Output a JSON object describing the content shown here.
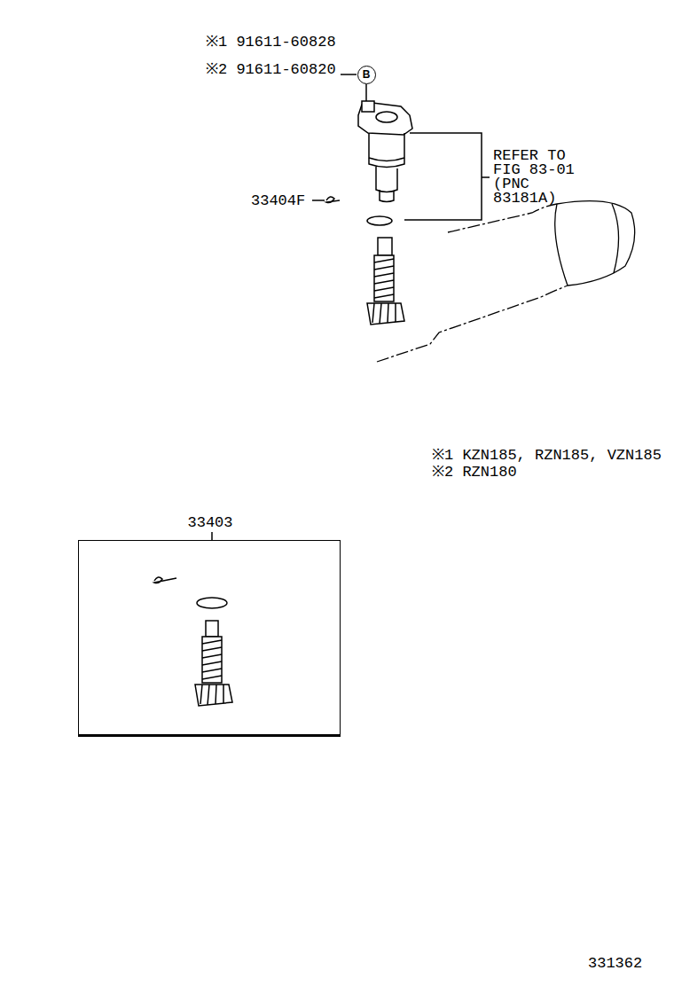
{
  "diagram": {
    "nodes": [
      {
        "text": [
          "B"
        ]
      },
      {
        "text": [
          "33403"
        ]
      }
    ],
    "labels": [
      "※1 91611-60828",
      "※2 91611-60820",
      "REFER TO FIG 83-01 (PNC 83181A)",
      "33404F",
      "※1 KZN185, RZN185, VZN185",
      "※2 RZN180",
      "331362"
    ]
  }
}
